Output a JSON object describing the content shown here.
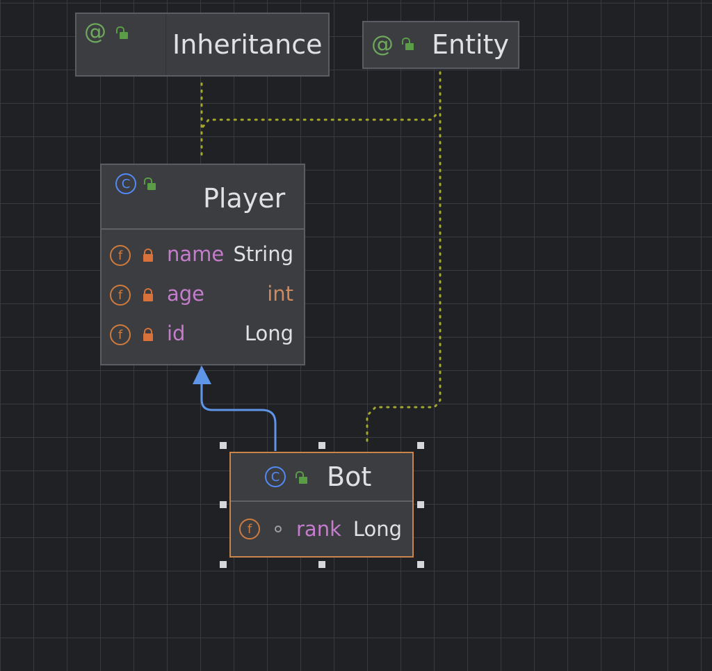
{
  "nodes": {
    "inheritance": {
      "title": "Inheritance",
      "kind": "annotation",
      "visibility": "public"
    },
    "entity": {
      "title": "Entity",
      "kind": "annotation",
      "visibility": "public"
    },
    "player": {
      "title": "Player",
      "kind": "class",
      "visibility": "public",
      "fields": [
        {
          "name": "name",
          "type": "String",
          "visibility": "private"
        },
        {
          "name": "age",
          "type": "int",
          "visibility": "private"
        },
        {
          "name": "id",
          "type": "Long",
          "visibility": "private"
        }
      ]
    },
    "bot": {
      "title": "Bot",
      "kind": "class",
      "visibility": "public",
      "selected": true,
      "fields": [
        {
          "name": "rank",
          "type": "Long",
          "visibility": "package-private"
        }
      ]
    }
  },
  "edges": [
    {
      "from": "Bot",
      "to": "Player",
      "kind": "extends",
      "style": "solid-arrow"
    },
    {
      "from": "Player",
      "to": "Inheritance",
      "kind": "annotated-by",
      "style": "dotted"
    },
    {
      "from": "Player",
      "to": "Entity",
      "kind": "annotated-by",
      "style": "dotted"
    },
    {
      "from": "Bot",
      "to": "Entity",
      "kind": "annotated-by",
      "style": "dotted"
    }
  ],
  "icons": {
    "annotation": "at-sign-icon",
    "class": "class-c-icon",
    "field": "field-f-icon",
    "public": "open-lock-icon",
    "private": "lock-icon",
    "package-private": "package-dot-icon"
  },
  "colors": {
    "background": "#202124",
    "grid": "#393b40",
    "node_fill": "#3b3d41",
    "node_border": "#5a5d63",
    "selected_border": "#c9864a",
    "field_name": "#c57ccd",
    "primitive_type": "#d08a5c",
    "annotation_link": "#a3a82c",
    "extends_arrow": "#5e95e8"
  }
}
